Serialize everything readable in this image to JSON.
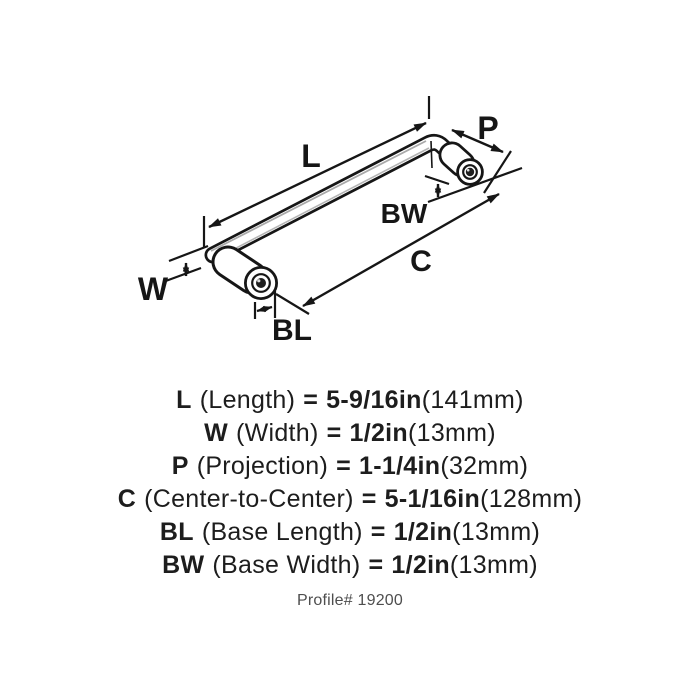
{
  "diagram": {
    "description": "Isometric line drawing of a bar cabinet pull with dimension arrows",
    "labels": {
      "length": "L",
      "width": "W",
      "projection": "P",
      "center_to_center": "C",
      "base_length": "BL",
      "base_width": "BW"
    }
  },
  "specs": [
    {
      "symbol": "L",
      "desc": "(Length)",
      "eq": "=",
      "imperial": "5-9/16in",
      "metric": "(141mm)"
    },
    {
      "symbol": "W",
      "desc": "(Width)",
      "eq": "=",
      "imperial": "1/2in",
      "metric": "(13mm)"
    },
    {
      "symbol": "P",
      "desc": "(Projection)",
      "eq": "=",
      "imperial": "1-1/4in",
      "metric": "(32mm)"
    },
    {
      "symbol": "C",
      "desc": "(Center-to-Center)",
      "eq": "=",
      "imperial": "5-1/16in",
      "metric": "(128mm)"
    },
    {
      "symbol": "BL",
      "desc": "(Base Length)",
      "eq": "=",
      "imperial": "1/2in",
      "metric": "(13mm)"
    },
    {
      "symbol": "BW",
      "desc": "(Base Width)",
      "eq": "=",
      "imperial": "1/2in",
      "metric": "(13mm)"
    }
  ],
  "profile": {
    "text": "Profile# 19200"
  },
  "colors": {
    "ink": "#161616",
    "bar_highlight": "#a9a9a9",
    "profile_text": "#4e4e4e",
    "background": "#ffffff"
  }
}
